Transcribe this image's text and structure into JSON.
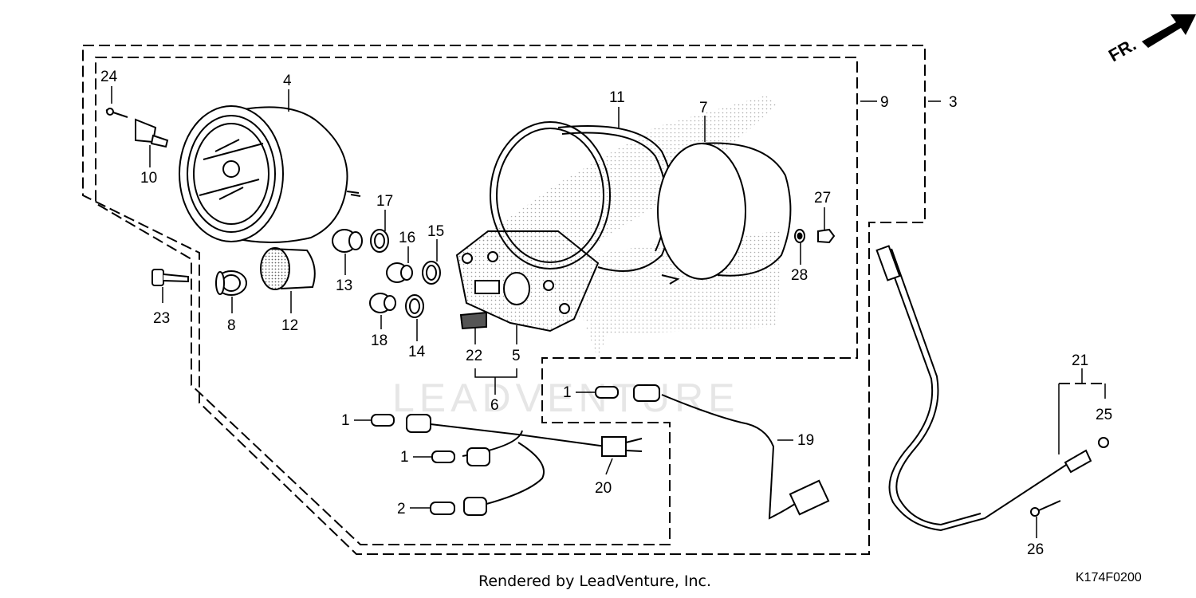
{
  "diagram": {
    "labels": {
      "p1a": "1",
      "p1b": "1",
      "p1c": "1",
      "p2": "2",
      "p3": "3",
      "p4": "4",
      "p5": "5",
      "p6": "6",
      "p7": "7",
      "p8": "8",
      "p9": "9",
      "p10": "10",
      "p11": "11",
      "p12": "12",
      "p13": "13",
      "p14": "14",
      "p15": "15",
      "p16": "16",
      "p17": "17",
      "p18": "18",
      "p19": "19",
      "p20": "20",
      "p21": "21",
      "p22": "22",
      "p23": "23",
      "p24": "24",
      "p25": "25",
      "p26": "26",
      "p27": "27",
      "p28": "28"
    },
    "front_indicator": "FR.",
    "watermark": "LEADVENTURE",
    "footer": "Rendered by LeadVenture, Inc.",
    "diagram_code": "K174F0200"
  }
}
